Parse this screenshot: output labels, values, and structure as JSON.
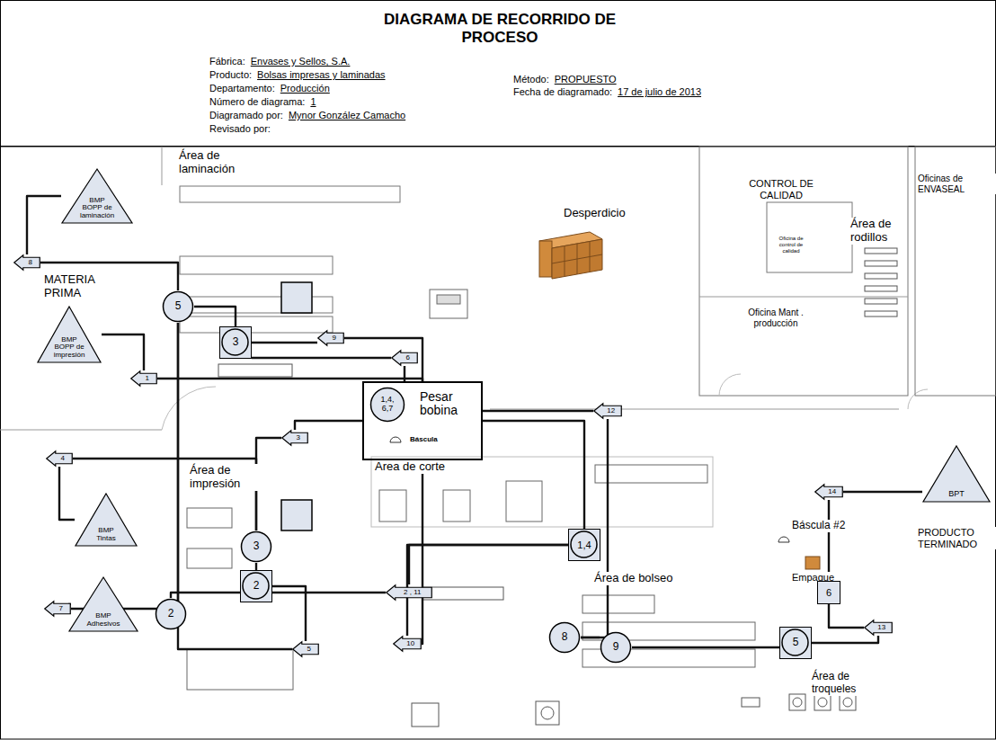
{
  "diagram": {
    "title": "DIAGRAMA DE RECORRIDO DE PROCESO",
    "nodes": [
      {
        "text": [
          "BMP BOPP de laminación"
        ]
      },
      {
        "text": [
          "8"
        ]
      },
      {
        "text": [
          "5"
        ]
      },
      {
        "text": [
          "3"
        ]
      },
      {
        "text": [
          "9"
        ]
      },
      {
        "text": [
          "BMP BOPP de impresión"
        ]
      },
      {
        "text": [
          "6"
        ]
      },
      {
        "text": [
          "1"
        ]
      },
      {
        "text": [
          "Pesar bobina"
        ]
      },
      {
        "text": [
          "1,4, 6,7"
        ],
        "in": 8
      },
      {
        "text": [
          "12"
        ]
      },
      {
        "text": [
          "3"
        ]
      },
      {
        "text": [
          "4"
        ]
      },
      {
        "text": [
          "3"
        ]
      },
      {
        "text": [
          "1,4"
        ]
      },
      {
        "text": [
          "BMP Tintas"
        ]
      },
      {
        "text": [
          "14"
        ]
      },
      {
        "text": [
          "BPT"
        ]
      },
      {
        "text": [
          "2"
        ]
      },
      {
        "text": [
          "2 , 11"
        ]
      },
      {
        "text": [
          "6"
        ]
      },
      {
        "text": [
          "7"
        ]
      },
      {
        "text": [
          "BMP Adhesivos"
        ]
      },
      {
        "text": [
          "2"
        ]
      },
      {
        "text": [
          "8"
        ]
      },
      {
        "text": [
          "10"
        ]
      },
      {
        "text": [
          "5"
        ]
      },
      {
        "text": [
          "13"
        ]
      },
      {
        "text": [
          "9"
        ]
      },
      {
        "text": [
          "5"
        ]
      }
    ],
    "edges": [
      {
        "from": 0,
        "to": 1,
        "arrow": "none"
      },
      {
        "from": 1,
        "to": 2,
        "arrow": "none"
      },
      {
        "from": 2,
        "to": 3,
        "arrow": "none"
      },
      {
        "from": 3,
        "to": 4,
        "arrow": "none"
      },
      {
        "from": 4,
        "to": 8,
        "arrow": "none"
      },
      {
        "from": 5,
        "to": 7,
        "arrow": "none"
      },
      {
        "from": 7,
        "to": 8,
        "arrow": "none"
      },
      {
        "from": 8,
        "to": 6,
        "arrow": "none"
      },
      {
        "from": 6,
        "to": 3,
        "arrow": "none"
      },
      {
        "from": 8,
        "to": 11,
        "arrow": "none"
      },
      {
        "from": 11,
        "to": 13,
        "arrow": "none"
      },
      {
        "from": 15,
        "to": 12,
        "arrow": "none"
      },
      {
        "from": 12,
        "to": 13,
        "arrow": "none"
      },
      {
        "from": 13,
        "to": 18,
        "arrow": "none"
      },
      {
        "from": 18,
        "to": 29,
        "arrow": "none"
      },
      {
        "from": 29,
        "to": 2,
        "arrow": "none"
      },
      {
        "from": 22,
        "to": 21,
        "arrow": "none"
      },
      {
        "from": 21,
        "to": 2,
        "arrow": "none"
      },
      {
        "from": 8,
        "to": 14,
        "arrow": "none"
      },
      {
        "from": 14,
        "to": 19,
        "arrow": "none"
      },
      {
        "from": 19,
        "to": 23,
        "arrow": "none"
      },
      {
        "from": 14,
        "to": 25,
        "arrow": "none"
      },
      {
        "from": 25,
        "to": 8,
        "arrow": "none"
      },
      {
        "from": 24,
        "to": 10,
        "arrow": "none"
      },
      {
        "from": 10,
        "to": 8,
        "arrow": "none"
      },
      {
        "from": 24,
        "to": 28,
        "arrow": "none"
      },
      {
        "from": 28,
        "to": 26,
        "arrow": "none"
      },
      {
        "from": 26,
        "to": 27,
        "arrow": "none"
      },
      {
        "from": 27,
        "to": 20,
        "arrow": "none"
      },
      {
        "from": 20,
        "to": 16,
        "arrow": "none"
      },
      {
        "from": 16,
        "to": 17,
        "arrow": "none"
      }
    ],
    "labels": [
      "Fábrica:",
      "Envases y Sellos, S.A.",
      "Producto:",
      "Bolsas impresas y laminadas",
      "Departamento:",
      "Producción",
      "Número de diagrama:",
      "1",
      "Diagramado por:",
      "Mynor González Camacho",
      "Revisado por:",
      "Método:",
      "PROPUESTO",
      "Fecha de diagramado:",
      "17 de julio de 2013",
      "Área de laminación",
      "MATERIA PRIMA",
      "Desperdicio",
      "CONTROL DE CALIDAD",
      "Oficina de control de calidad",
      "Oficina Mant . producción",
      "Área de rodillos",
      "Oficinas de ENVASEAL",
      "Báscula",
      "Area de corte",
      "Área de impresión",
      "Área de bolseo",
      "Báscula #2",
      "Empaque",
      "PRODUCTO TERMINADO",
      "Área de troqueles"
    ]
  }
}
